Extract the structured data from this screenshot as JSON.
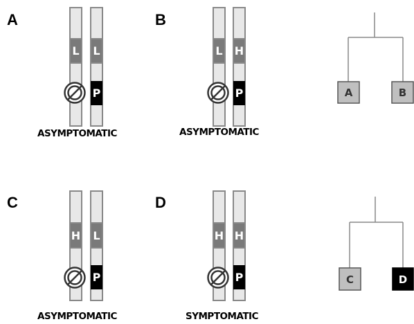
{
  "panels": [
    {
      "id": "A",
      "letter": "A",
      "caption": "ASYMPTOMATIC",
      "chromosome_1": {
        "allele": "L",
        "mark": "deletion-symbol"
      },
      "chromosome_2": {
        "allele": "L",
        "mark": "P"
      }
    },
    {
      "id": "B",
      "letter": "B",
      "caption": "ASYMPTOMATIC",
      "chromosome_1": {
        "allele": "L",
        "mark": "deletion-symbol"
      },
      "chromosome_2": {
        "allele": "H",
        "mark": "P"
      }
    },
    {
      "id": "C",
      "letter": "C",
      "caption": "ASYMPTOMATIC",
      "chromosome_1": {
        "allele": "H",
        "mark": "deletion-symbol"
      },
      "chromosome_2": {
        "allele": "L",
        "mark": "P"
      }
    },
    {
      "id": "D",
      "letter": "D",
      "caption": "SYMPTOMATIC",
      "chromosome_1": {
        "allele": "H",
        "mark": "deletion-symbol"
      },
      "chromosome_2": {
        "allele": "H",
        "mark": "P"
      }
    }
  ],
  "trees": [
    {
      "leaves": [
        {
          "label": "A",
          "fill": "#bfbfbf",
          "text_color": "#333333"
        },
        {
          "label": "B",
          "fill": "#bfbfbf",
          "text_color": "#333333"
        }
      ]
    },
    {
      "leaves": [
        {
          "label": "C",
          "fill": "#bfbfbf",
          "text_color": "#333333"
        },
        {
          "label": "D",
          "fill": "#000000",
          "text_color": "#ffffff"
        }
      ]
    }
  ],
  "colors": {
    "chromosome_fill": "#e8e8e8",
    "chromosome_stroke": "#888888",
    "allele_band": "#7a7a7a",
    "p_band": "#000000",
    "tree_line": "#888888"
  }
}
